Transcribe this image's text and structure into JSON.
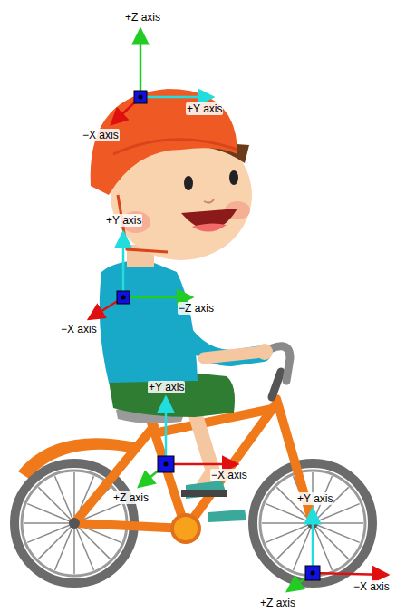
{
  "diagram": {
    "labels": [
      "+Z axis",
      "+Y axis",
      "−X axis",
      "+Y axis",
      "−Z axis",
      "−X axis",
      "+Y axis",
      "−X axis",
      "+Z axis",
      "+Y axis",
      "−X axis",
      "+Z axis"
    ]
  }
}
